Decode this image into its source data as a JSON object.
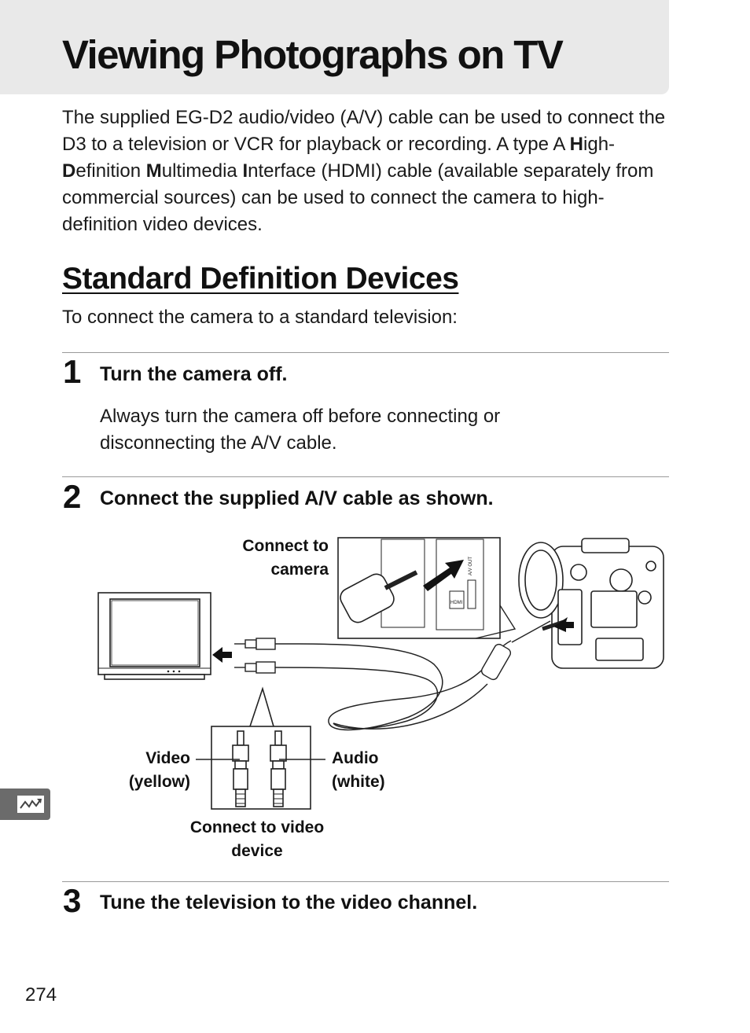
{
  "header": {
    "title": "Viewing Photographs on TV"
  },
  "intro": {
    "s1": "The supplied EG-D2 audio/video (A/V) cable can be used to connect the D3 to a television or VCR for playback or recording.  A type A ",
    "h1": "H",
    "t1": "igh-",
    "h2": "D",
    "t2": "efinition ",
    "h3": "M",
    "t3": "ultimedia ",
    "h4": "I",
    "t4": "nterface (HDMI) cable (available separately from commercial sources) can be used to connect the camera to high-definition video devices."
  },
  "section": {
    "heading": "Standard Definition Devices",
    "intro": "To connect the camera to a standard television:"
  },
  "steps": [
    {
      "number": "1",
      "title": "Turn the camera off.",
      "body": "Always turn the camera off before connecting or disconnecting the A/V cable."
    },
    {
      "number": "2",
      "title": "Connect the supplied A/V cable as shown."
    },
    {
      "number": "3",
      "title": "Tune the television to the video channel."
    }
  ],
  "figure": {
    "label_camera_1": "Connect to",
    "label_camera_2": "camera",
    "label_video_1": "Video",
    "label_video_2": "(yellow)",
    "label_audio_1": "Audio",
    "label_audio_2": "(white)",
    "label_device_1": "Connect to video",
    "label_device_2": "device",
    "port_label_av": "A/V OUT",
    "port_label_hdmi": "HDMI"
  },
  "footer": {
    "page_number": "274"
  }
}
